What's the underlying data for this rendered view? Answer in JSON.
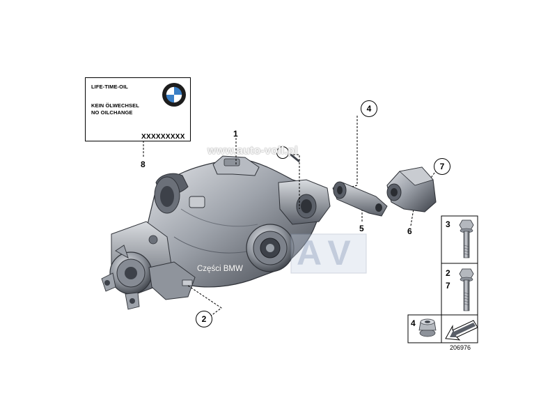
{
  "label_plate": {
    "line1": "LIFE-TIME-OIL",
    "line2": "KEIN ÖLWECHSEL",
    "line3": "NO OILCHANGE",
    "code": "XXXXXXXXX"
  },
  "callouts": {
    "p1": "1",
    "p2": "2",
    "p4": "4",
    "p5": "5",
    "p6": "6",
    "p7": "7",
    "p8": "8",
    "table_a": "3",
    "table_b1": "2",
    "table_b2": "7",
    "table_c": "4"
  },
  "watermark": {
    "site": "www.auto-voll.pl",
    "shop": "Części BMW",
    "letters": "AV"
  },
  "drawing_number": "206976",
  "colors": {
    "metal_dark": "#4a4e57",
    "metal_mid": "#8a8f98",
    "metal_light": "#d4d7dc",
    "bmw_blue": "#3a7fc6"
  }
}
